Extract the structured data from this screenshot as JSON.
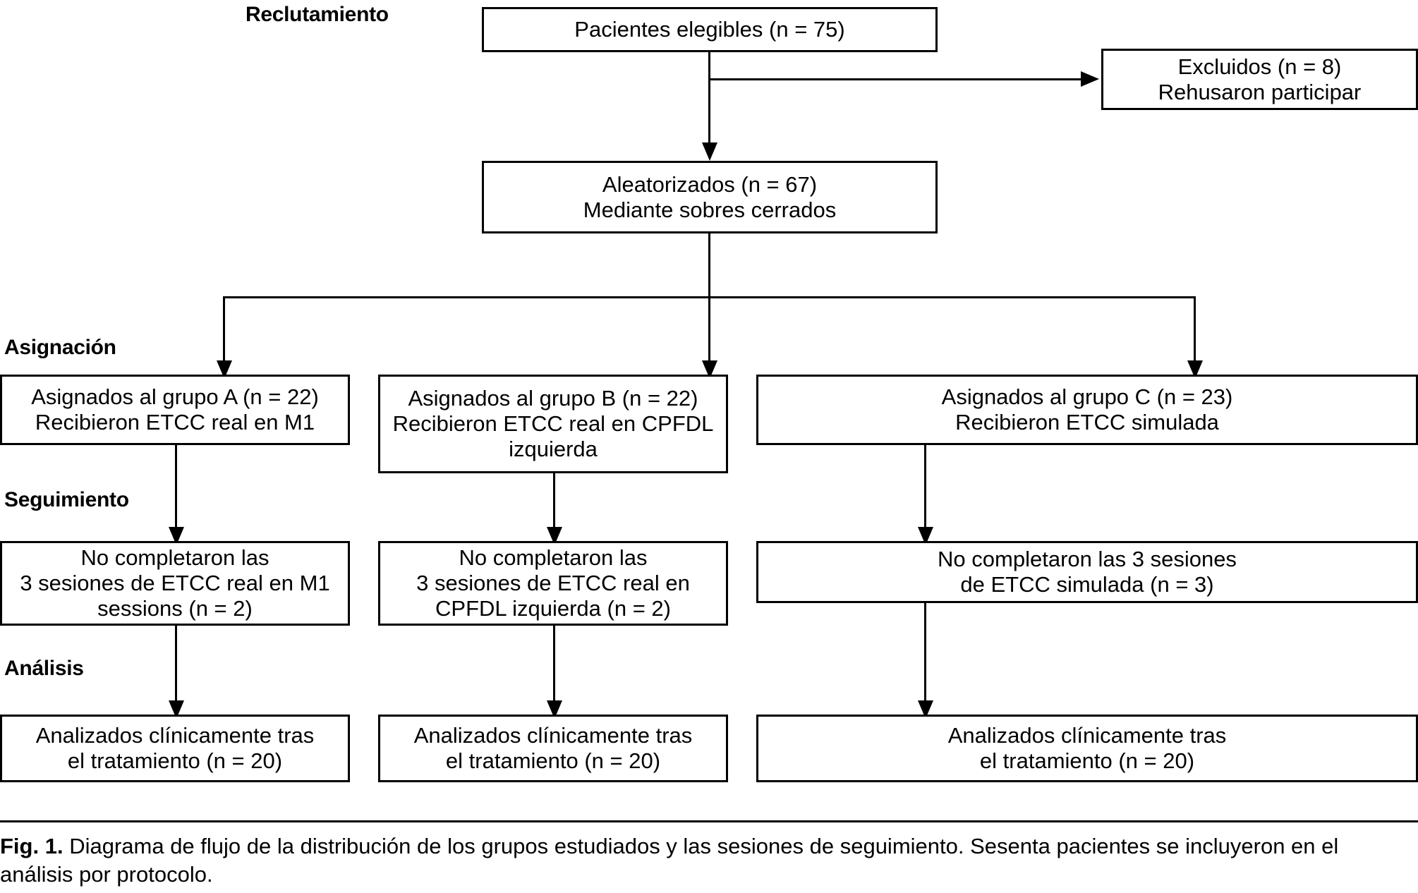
{
  "figure": {
    "id": "Fig. 1.",
    "caption_text": " Diagrama de flujo de la distribución de los grupos estudiados y las sesiones de seguimiento. Sesenta pacientes se incluyeron en el análisis por protocolo.",
    "line_color": "#000000",
    "background_color": "#ffffff"
  },
  "phases": {
    "recruitment": "Reclutamiento",
    "allocation": "Asignación",
    "followup": "Seguimiento",
    "analysis": "Análisis"
  },
  "nodes": {
    "eligible": {
      "lines": [
        "Pacientes elegibles (n = 75)"
      ]
    },
    "excluded": {
      "lines": [
        "Excluidos (n = 8)",
        "Rehusaron participar"
      ]
    },
    "randomized": {
      "lines": [
        "Aleatorizados (n = 67)",
        "Mediante sobres cerrados"
      ]
    },
    "alloc_a": {
      "lines": [
        "Asignados al grupo A (n = 22)",
        "Recibieron ETCC real en M1"
      ]
    },
    "alloc_b": {
      "lines": [
        "Asignados al grupo B (n = 22)",
        "Recibieron ETCC real en CPFDL",
        "izquierda"
      ]
    },
    "alloc_c": {
      "lines": [
        "Asignados al grupo C (n = 23)",
        "Recibieron ETCC simulada"
      ]
    },
    "follow_a": {
      "lines": [
        "No completaron las",
        "3 sesiones de ETCC real en M1",
        "sessions (n = 2)"
      ]
    },
    "follow_b": {
      "lines": [
        "No completaron las",
        "3 sesiones de ETCC real en",
        "CPFDL izquierda (n = 2)"
      ]
    },
    "follow_c": {
      "lines": [
        "No completaron las 3 sesiones",
        "de ETCC simulada (n = 3)"
      ]
    },
    "analysis_a": {
      "lines": [
        "Analizados clínicamente tras",
        "el tratamiento (n = 20)"
      ]
    },
    "analysis_b": {
      "lines": [
        "Analizados clínicamente tras",
        "el tratamiento (n = 20)"
      ]
    },
    "analysis_c": {
      "lines": [
        "Analizados clínicamente tras",
        "el tratamiento (n = 20)"
      ]
    }
  },
  "chart_data": {
    "type": "diagram",
    "title": "Diagrama de flujo CONSORT",
    "flow": [
      {
        "stage": "Reclutamiento",
        "label": "Pacientes elegibles",
        "n": 75
      },
      {
        "stage": "Reclutamiento",
        "label": "Excluidos - Rehusaron participar",
        "n": 8
      },
      {
        "stage": "Reclutamiento",
        "label": "Aleatorizados (mediante sobres cerrados)",
        "n": 67
      },
      {
        "stage": "Asignación",
        "label": "Grupo A - ETCC real en M1",
        "n": 22
      },
      {
        "stage": "Asignación",
        "label": "Grupo B - ETCC real en CPFDL izquierda",
        "n": 22
      },
      {
        "stage": "Asignación",
        "label": "Grupo C - ETCC simulada",
        "n": 23
      },
      {
        "stage": "Seguimiento",
        "label": "No completaron 3 sesiones - grupo A",
        "n": 2
      },
      {
        "stage": "Seguimiento",
        "label": "No completaron 3 sesiones - grupo B",
        "n": 2
      },
      {
        "stage": "Seguimiento",
        "label": "No completaron 3 sesiones - grupo C",
        "n": 3
      },
      {
        "stage": "Análisis",
        "label": "Analizados clínicamente tras el tratamiento - grupo A",
        "n": 20
      },
      {
        "stage": "Análisis",
        "label": "Analizados clínicamente tras el tratamiento - grupo B",
        "n": 20
      },
      {
        "stage": "Análisis",
        "label": "Analizados clínicamente tras el tratamiento - grupo C",
        "n": 20
      }
    ]
  }
}
